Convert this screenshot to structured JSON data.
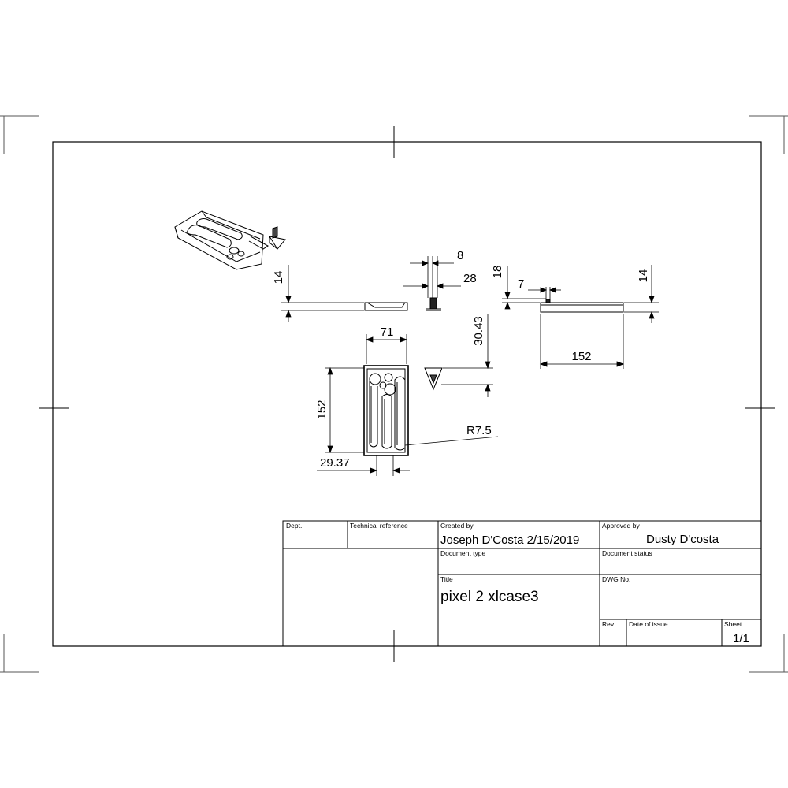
{
  "drawing": {
    "dimensions": {
      "d_8": "8",
      "d_28": "28",
      "d_18": "18",
      "d_7": "7",
      "d_14_left": "14",
      "d_14_right": "14",
      "d_71": "71",
      "d_30_43": "30.43",
      "d_152_vertical": "152",
      "d_152_horizontal": "152",
      "d_r7_5": "R7.5",
      "d_29_37": "29.37"
    }
  },
  "title_block": {
    "dept_label": "Dept.",
    "technical_reference_label": "Technical reference",
    "created_by_label": "Created by",
    "created_by_value": "Joseph D'Costa  2/15/2019",
    "approved_by_label": "Approved by",
    "approved_by_value": "Dusty D'costa",
    "document_type_label": "Document type",
    "document_status_label": "Document status",
    "title_label": "Title",
    "title_value": "pixel 2 xlcase3",
    "dwg_no_label": "DWG No.",
    "rev_label": "Rev.",
    "date_of_issue_label": "Date of issue",
    "sheet_label": "Sheet",
    "sheet_value": "1/1"
  }
}
